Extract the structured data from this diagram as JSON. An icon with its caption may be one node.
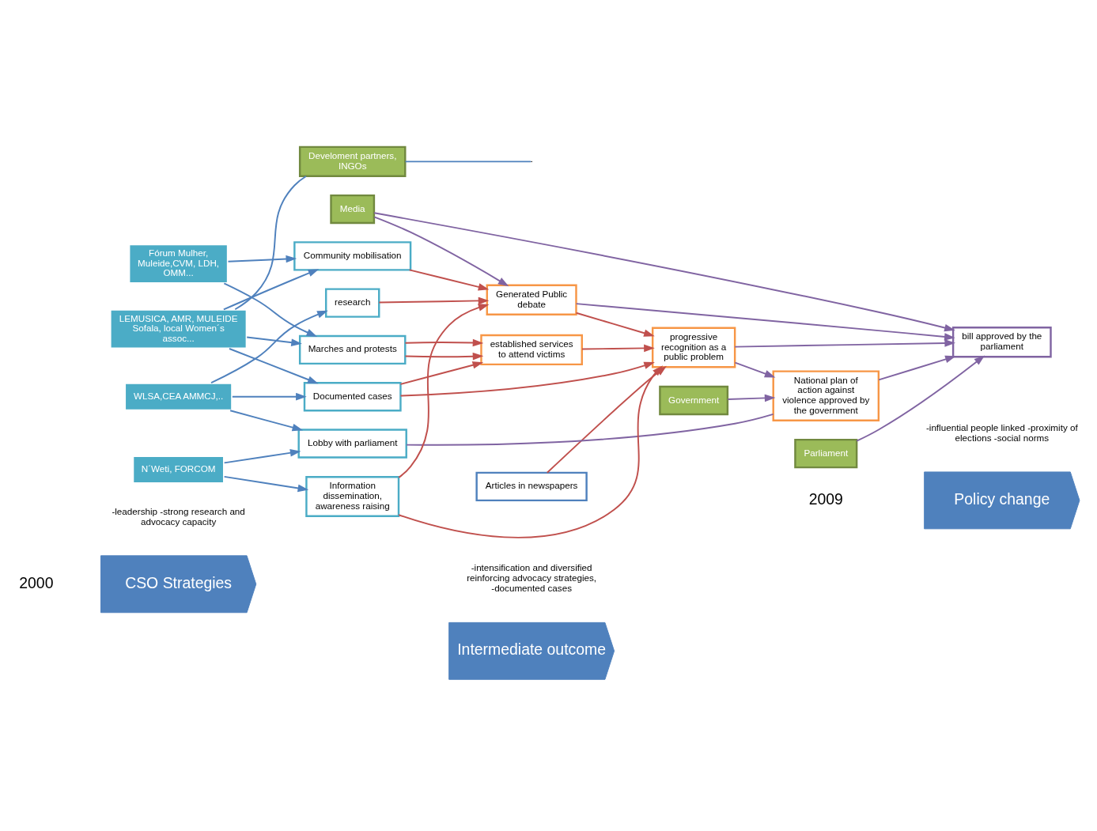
{
  "diagram": {
    "nodes": [
      {
        "text": [
          "CSO Strategies"
        ]
      },
      {
        "text": [
          "Intermediate outcome"
        ]
      },
      {
        "text": [
          "Policy change"
        ]
      },
      {
        "text": [
          "Fórum Mulher, Muleide,CVM, LDH, OMM..."
        ]
      },
      {
        "text": [
          "WLSA,CEA AMMCJ,.."
        ]
      },
      {
        "text": [
          "N´Weti, FORCOM"
        ]
      },
      {
        "text": [
          "LEMUSICA, AMR, MULEIDE Sofala, local Women´s assoc..."
        ]
      },
      {
        "text": [
          "Community mobilisation"
        ]
      },
      {
        "text": [
          "research"
        ]
      },
      {
        "text": [
          "Marches and protests"
        ]
      },
      {
        "text": [
          "Articles in newspapers"
        ]
      },
      {
        "text": [
          "Lobby with parliament"
        ]
      },
      {
        "text": [
          "Information dissemination, awareness raising"
        ]
      },
      {
        "text": [
          "Documented cases"
        ]
      },
      {
        "text": [
          "established services to attend victims"
        ]
      },
      {
        "text": [
          "Generated Public debate"
        ]
      },
      {
        "text": [
          "progressive recognition as a public problem"
        ]
      },
      {
        "text": [
          "National plan of action against violence approved by the government"
        ]
      },
      {
        "text": [
          "bill approved by the parliament"
        ]
      },
      {
        "text": [
          "Develoment partners, INGOs"
        ]
      },
      {
        "text": [
          "Government"
        ]
      },
      {
        "text": [
          "Media"
        ]
      },
      {
        "text": [
          "Parliament"
        ]
      }
    ],
    "edges": [
      {
        "from": 3,
        "to": 9,
        "arrow": "to"
      },
      {
        "from": 3,
        "to": 7,
        "arrow": "to"
      },
      {
        "from": 4,
        "to": 11,
        "arrow": "to"
      },
      {
        "from": 4,
        "to": 8,
        "arrow": "to"
      },
      {
        "from": 4,
        "to": 13,
        "arrow": "to"
      },
      {
        "from": 5,
        "to": 12,
        "arrow": "to"
      },
      {
        "from": 5,
        "to": 11,
        "arrow": "to"
      },
      {
        "from": 6,
        "to": 7,
        "arrow": "to"
      },
      {
        "from": 6,
        "to": 9,
        "arrow": "to"
      },
      {
        "from": 6,
        "to": 13,
        "arrow": "to"
      },
      {
        "from": 6,
        "to": 19,
        "arrow": "none"
      },
      {
        "from": 19,
        "to": null,
        "arrow": "none"
      },
      {
        "from": 7,
        "to": 15,
        "arrow": "to",
        "color": "#c0504d"
      },
      {
        "from": 8,
        "to": 15,
        "arrow": "to",
        "color": "#c0504d"
      },
      {
        "from": 9,
        "to": 14,
        "arrow": "to",
        "color": "#c0504d"
      },
      {
        "from": 9,
        "to": 14,
        "arrow": "to",
        "color": "#c0504d"
      },
      {
        "from": 10,
        "to": 16,
        "arrow": "to",
        "color": "#c0504d"
      },
      {
        "from": 12,
        "to": 15,
        "arrow": "to",
        "color": "#c0504d"
      },
      {
        "from": 12,
        "to": 16,
        "arrow": "to",
        "color": "#c0504d"
      },
      {
        "from": 13,
        "to": 14,
        "arrow": "to",
        "color": "#c0504d"
      },
      {
        "from": 13,
        "to": 16,
        "arrow": "to",
        "color": "#c0504d"
      },
      {
        "from": 14,
        "to": 16,
        "arrow": "to",
        "color": "#c0504d"
      },
      {
        "from": 15,
        "to": 16,
        "arrow": "to",
        "color": "#c0504d"
      },
      {
        "from": 11,
        "to": 17,
        "arrow": "none",
        "color": "#8064a2"
      },
      {
        "from": 17,
        "to": 18,
        "arrow": "to",
        "color": "#8064a2"
      },
      {
        "from": 15,
        "to": 18,
        "arrow": "to",
        "color": "#8064a2"
      },
      {
        "from": 16,
        "to": 17,
        "arrow": "to",
        "color": "#8064a2"
      },
      {
        "from": 16,
        "to": 18,
        "arrow": "to",
        "color": "#8064a2"
      },
      {
        "from": 20,
        "to": 17,
        "arrow": "to",
        "color": "#8064a2"
      },
      {
        "from": 21,
        "to": 15,
        "arrow": "to",
        "color": "#8064a2"
      },
      {
        "from": 21,
        "to": 18,
        "arrow": "to",
        "color": "#8064a2"
      },
      {
        "from": 22,
        "to": 18,
        "arrow": "to",
        "color": "#8064a2"
      }
    ],
    "labels": [
      "-leadership -strong research and advocacy capacity",
      "-intensification and diversified reinforcing advocacy strategies, -documented cases",
      "-influential people linked -proximity of elections -social norms",
      "2000",
      "2009"
    ]
  }
}
